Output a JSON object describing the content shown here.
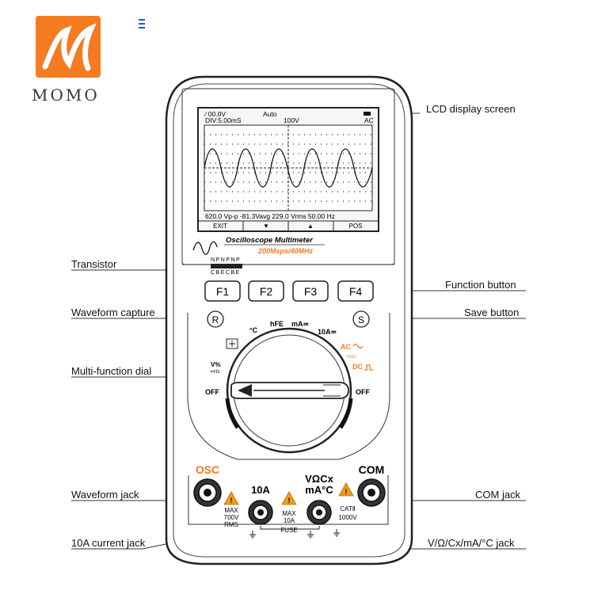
{
  "brand": {
    "logo_text": "MOMO"
  },
  "callouts": {
    "lcd": "LCD display screen",
    "transistor": "Transistor",
    "function_button": "Function button",
    "waveform_capture": "Waveform capture",
    "save_button": "Save button",
    "dial": "Multi-function dial",
    "waveform_jack": "Waveform jack",
    "com_jack": "COM jack",
    "current_jack": "10A current jack",
    "v_jack": "V/Ω/Cx/mA/°C jack"
  },
  "lcd": {
    "trigger": "⁄ 00.0V",
    "div": "DIV:5.00mS",
    "mode": "Auto",
    "volt": "100V",
    "coupling": "AC",
    "readout": "620.0 Vp-p -81.3Vavg 229.0 Vrms 50.00 Hz",
    "softkeys": [
      "EXIT",
      "▼",
      "▲",
      "POS"
    ]
  },
  "product": {
    "title": "Oscilloscope Multimeter",
    "spec": "200Msps/40MHz"
  },
  "transistor": {
    "top": "NPNPNP",
    "bottom": "CBECBE"
  },
  "buttons": {
    "f1": "F1",
    "f2": "F2",
    "f3": "F3",
    "f4": "F4",
    "r": "R",
    "s": "S"
  },
  "dial": {
    "celsius": "°C",
    "hfe": "hFE",
    "ma": "mA≃",
    "ten_a": "10A≃",
    "ac": "AC",
    "osc": "OSC",
    "dc": "DC",
    "v": "V%",
    "hz": "≃Hz",
    "off_left": "OFF",
    "off_right": "OFF"
  },
  "jacks": {
    "osc": "OSC",
    "ten_a": "10A",
    "v_top": "VΩCx",
    "v_bottom": "mA°C",
    "com": "COM",
    "warn1": [
      "MAX",
      "700V",
      "RMS"
    ],
    "warn2": [
      "MAX",
      "10A",
      "FUSE"
    ],
    "warn3": [
      "CATⅡ",
      "1000V"
    ]
  },
  "colors": {
    "accent": "#f47b20",
    "warning": "#f39c12",
    "outline": "#222222"
  }
}
